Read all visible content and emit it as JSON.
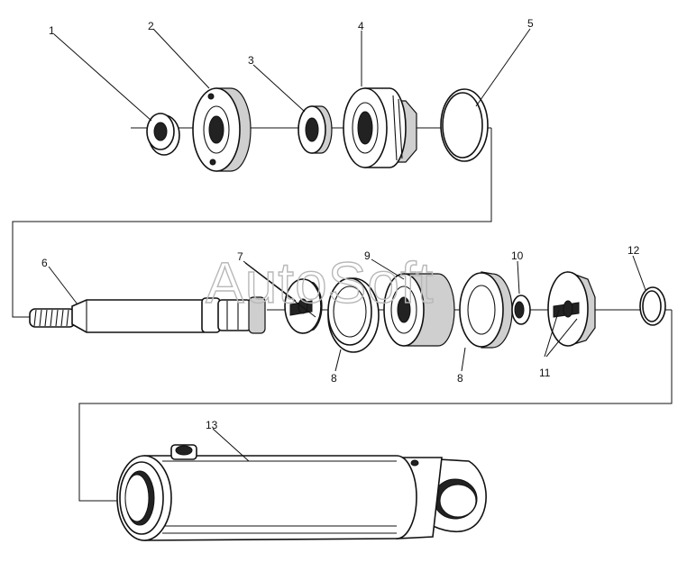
{
  "diagram": {
    "watermark": "AutoSoft",
    "callouts": [
      "1",
      "2",
      "3",
      "4",
      "5",
      "6",
      "7",
      "8",
      "8",
      "9",
      "10",
      "11",
      "12",
      "13"
    ]
  }
}
